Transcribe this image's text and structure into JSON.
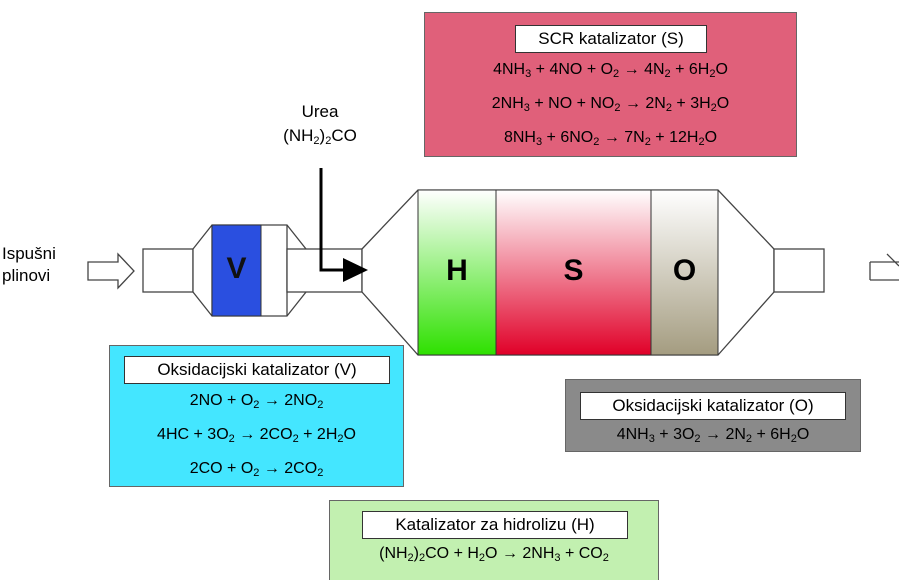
{
  "input": {
    "line1": "Ispušni",
    "line2": "plinovi"
  },
  "urea": {
    "line1": "Urea",
    "formula": "(NH<sub>2</sub>)<sub>2</sub>CO"
  },
  "segments": {
    "v": "V",
    "h": "H",
    "s": "S",
    "o": "O"
  },
  "scr": {
    "title": "SCR katalizator (S)",
    "equations": [
      "4NH<sub>3</sub> + 4NO + O<sub>2</sub> → 4N<sub>2</sub> + 6H<sub>2</sub>O",
      "2NH<sub>3</sub> + NO + NO<sub>2</sub> → 2N<sub>2</sub> + 3H<sub>2</sub>O",
      "8NH<sub>3</sub> + 6NO<sub>2</sub> → 7N<sub>2</sub> + 12H<sub>2</sub>O"
    ]
  },
  "oxi_v": {
    "title": "Oksidacijski katalizator (V)",
    "equations": [
      "2NO + O<sub>2</sub> → 2NO<sub>2</sub>",
      "4HC + 3O<sub>2</sub> → 2CO<sub>2</sub> + 2H<sub>2</sub>O",
      "2CO + O<sub>2</sub> → 2CO<sub>2</sub>"
    ]
  },
  "oxi_o": {
    "title": "Oksidacijski katalizator (O)",
    "equations": [
      "4NH<sub>3</sub> + 3O<sub>2</sub> → 2N<sub>2</sub> + 6H<sub>2</sub>O"
    ]
  },
  "hydro": {
    "title": "Katalizator za hidrolizu (H)",
    "equations": [
      "(NH<sub>2</sub>)<sub>2</sub>CO + H<sub>2</sub>O → 2NH<sub>3</sub> + CO<sub>2</sub>"
    ]
  },
  "colors": {
    "scr_box": "#e0607a",
    "oxi_v_box": "#44e6ff",
    "oxi_o_box": "#8a8a8a",
    "hydro_box": "#c2f0b0",
    "v_segment": "#2a4fe0",
    "o_segment": "#a49c80"
  }
}
